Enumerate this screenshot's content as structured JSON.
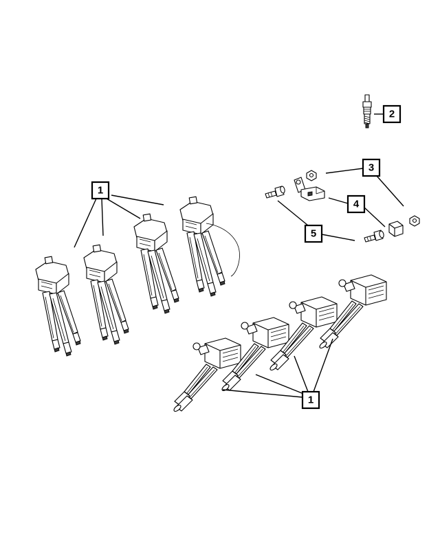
{
  "callouts": [
    {
      "id": "callout-1-upper",
      "label": "1"
    },
    {
      "id": "callout-2",
      "label": "2"
    },
    {
      "id": "callout-3",
      "label": "3"
    },
    {
      "id": "callout-4",
      "label": "4"
    },
    {
      "id": "callout-5",
      "label": "5"
    },
    {
      "id": "callout-1-lower",
      "label": "1"
    }
  ]
}
